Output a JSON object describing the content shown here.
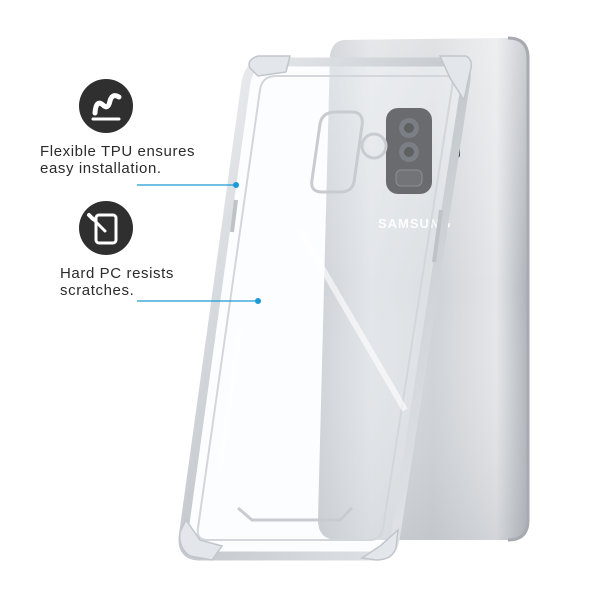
{
  "features": [
    {
      "icon": "flex-tpu-icon",
      "line1": "Flexible TPU ensures",
      "line2": "easy installation."
    },
    {
      "icon": "scratch-resist-icon",
      "line1": "Hard PC resists",
      "line2": "scratches."
    }
  ],
  "phone": {
    "brand_text": "SAMSUNG"
  },
  "colors": {
    "callout_line": "#1c9ad6",
    "icon_bg": "#2f2f2f",
    "phone_body": "#c9ccd1"
  }
}
